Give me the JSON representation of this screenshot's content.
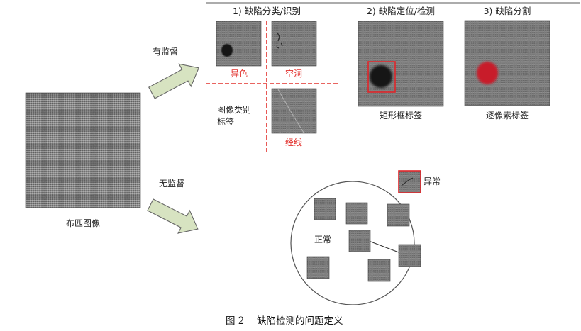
{
  "header": {
    "classification_title": "1) 缺陷分类/识别",
    "detection_title": "2) 缺陷定位/检测",
    "segmentation_title": "3) 缺陷分割"
  },
  "source": {
    "label": "布匹图像"
  },
  "branches": {
    "supervised_label": "有监督",
    "unsupervised_label": "无监督"
  },
  "classification": {
    "classes": [
      "异色",
      "空洞",
      "经线"
    ],
    "label_type_lines": [
      "图像类别",
      "标签"
    ]
  },
  "detection": {
    "label_type": "矩形框标签"
  },
  "segmentation": {
    "label_type": "逐像素标签"
  },
  "unsupervised": {
    "normal_label": "正常",
    "anomaly_label": "异常"
  },
  "caption": {
    "number": "图 2",
    "text": "缺陷检测的问题定义"
  },
  "colors": {
    "defect_label_red": "#e2302c",
    "divider_red": "#e2302c",
    "annotation_red": "#e0262a",
    "segmentation_mask_red": "#c81f2b",
    "arrow_fill": "#d7e3c1"
  }
}
